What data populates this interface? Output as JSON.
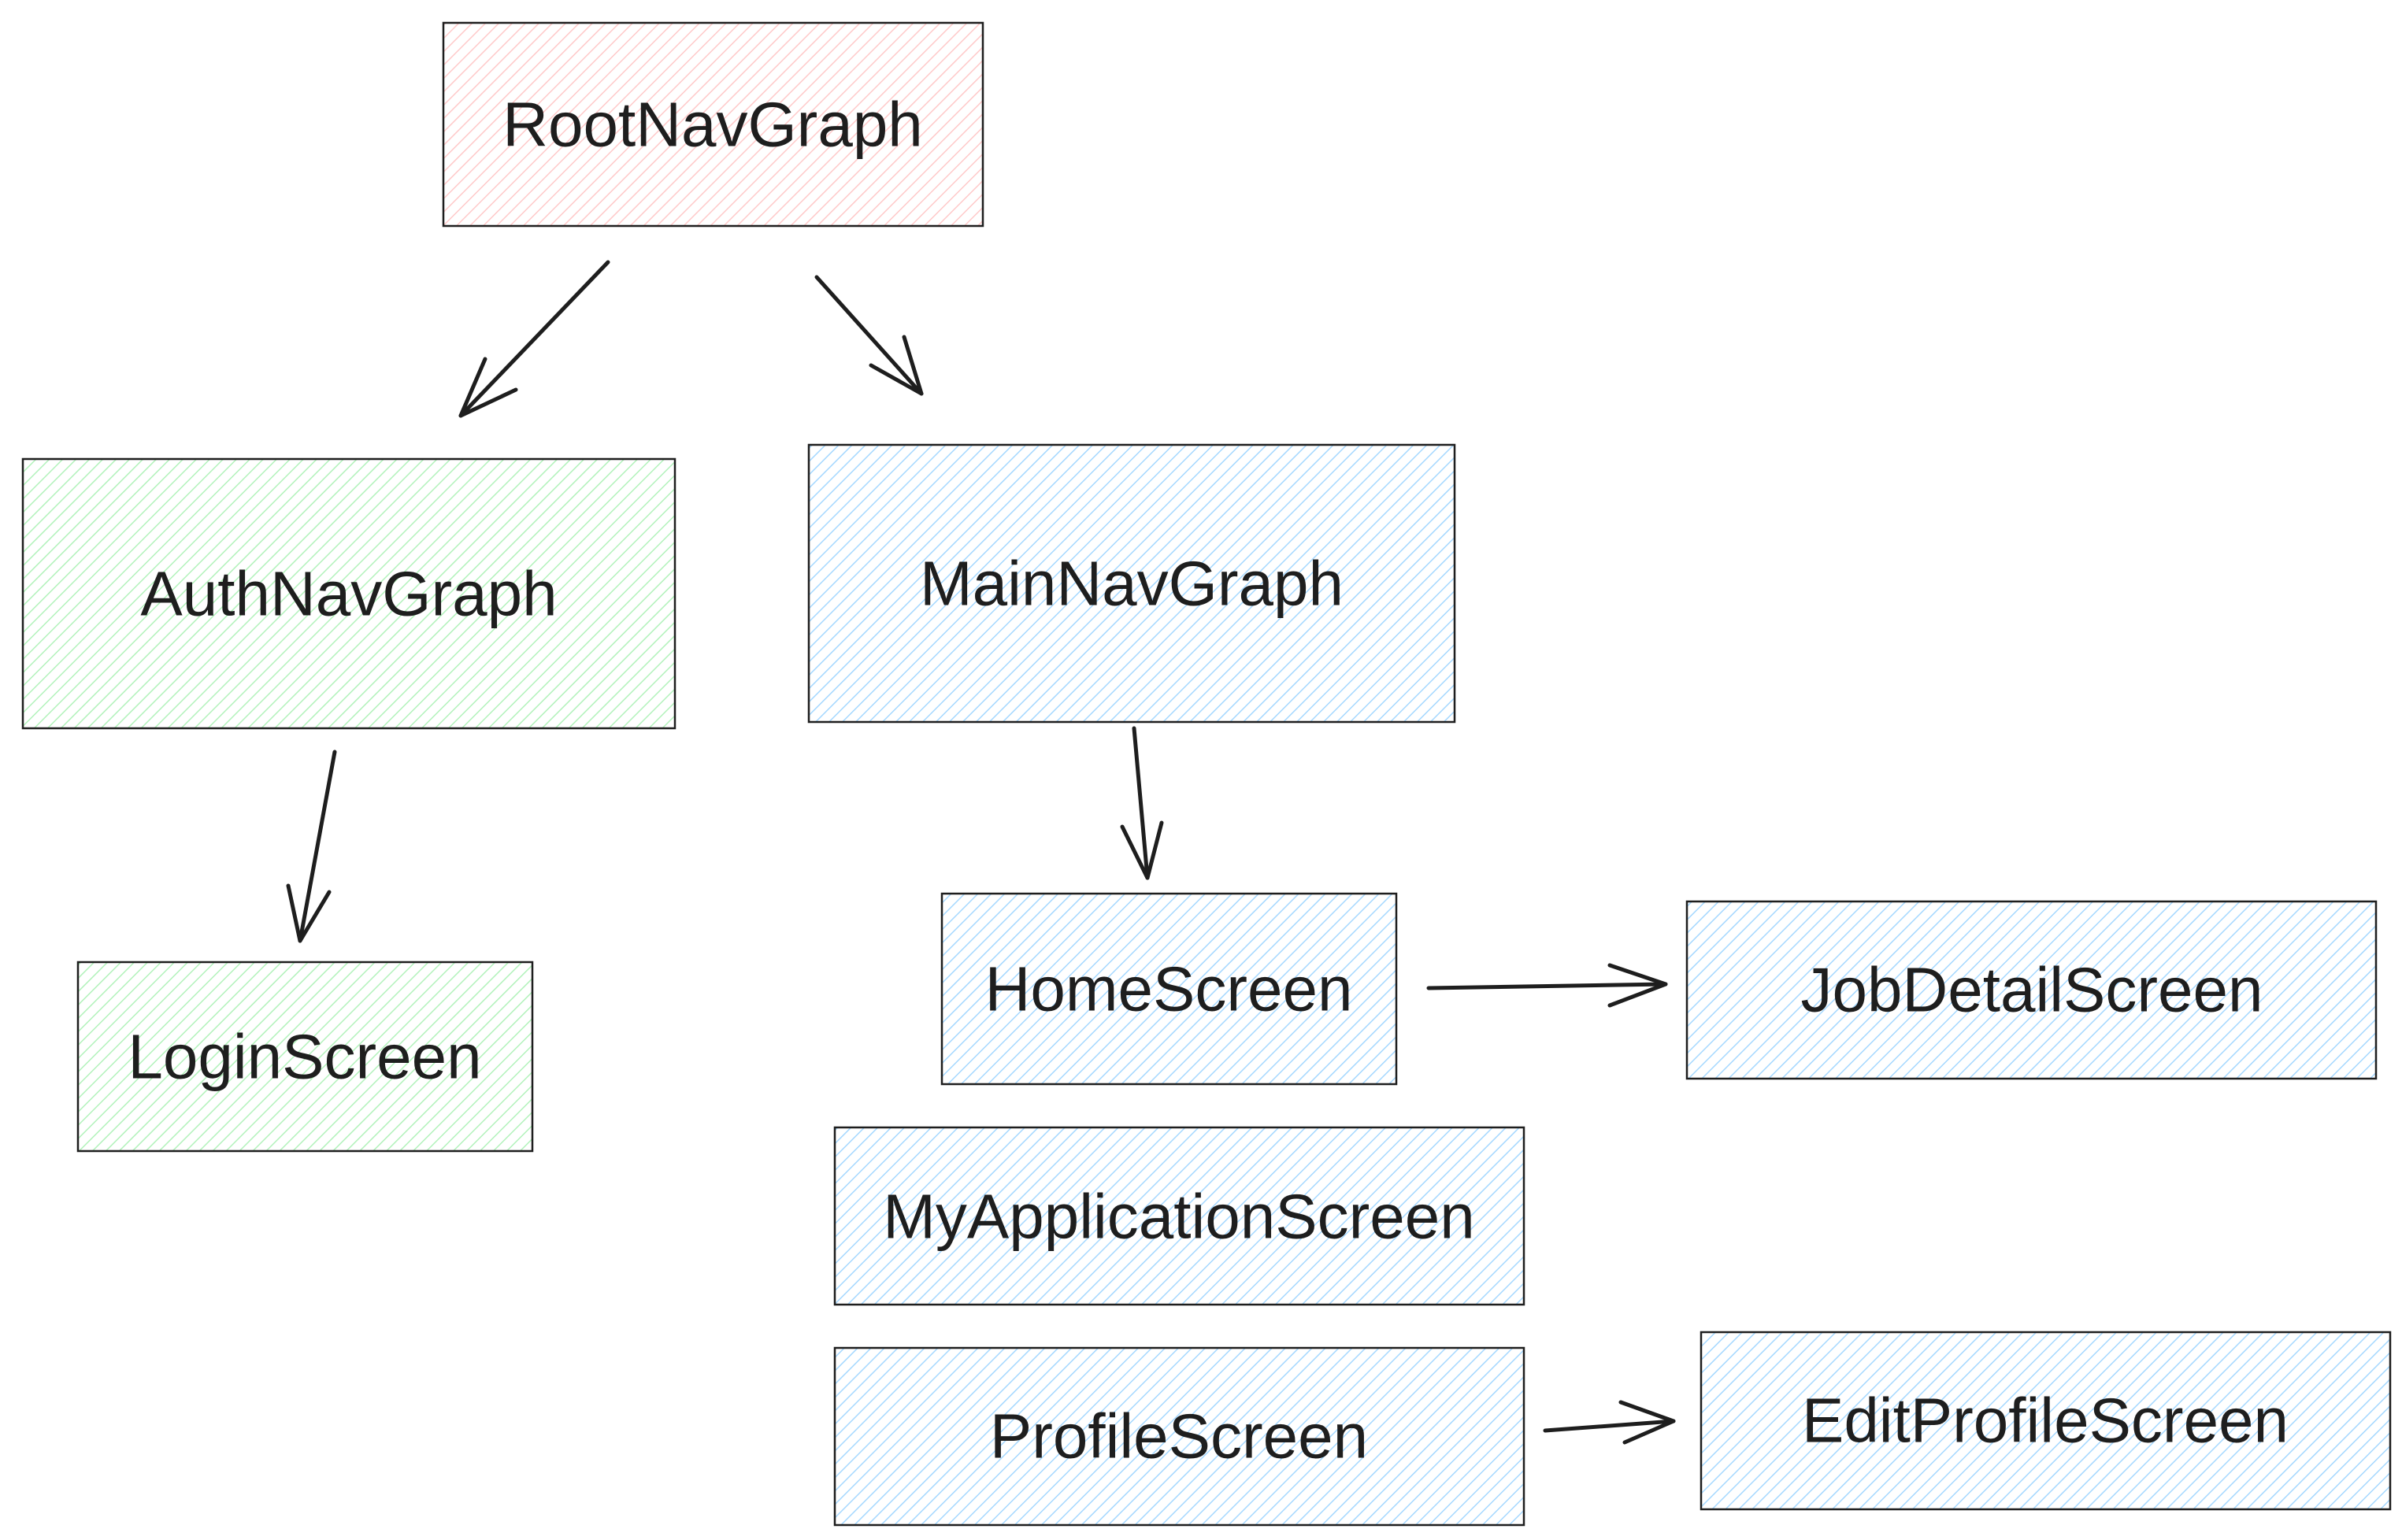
{
  "colors": {
    "stroke": "#1e1e1e",
    "background": "#ffffff",
    "root_fill": "#ffc9c9",
    "auth_fill": "#b2f2bb",
    "main_fill": "#a5d8ff"
  },
  "nodes": {
    "root": "RootNavGraph",
    "auth": "AuthNavGraph",
    "main": "MainNavGraph",
    "login": "LoginScreen",
    "home": "HomeScreen",
    "jobdetail": "JobDetailScreen",
    "myapplication": "MyApplicationScreen",
    "profile": "ProfileScreen",
    "editprofile": "EditProfileScreen"
  },
  "edges": [
    {
      "from": "RootNavGraph",
      "to": "AuthNavGraph"
    },
    {
      "from": "RootNavGraph",
      "to": "MainNavGraph"
    },
    {
      "from": "AuthNavGraph",
      "to": "LoginScreen"
    },
    {
      "from": "MainNavGraph",
      "to": "HomeScreen"
    },
    {
      "from": "HomeScreen",
      "to": "JobDetailScreen"
    },
    {
      "from": "ProfileScreen",
      "to": "EditProfileScreen"
    }
  ]
}
